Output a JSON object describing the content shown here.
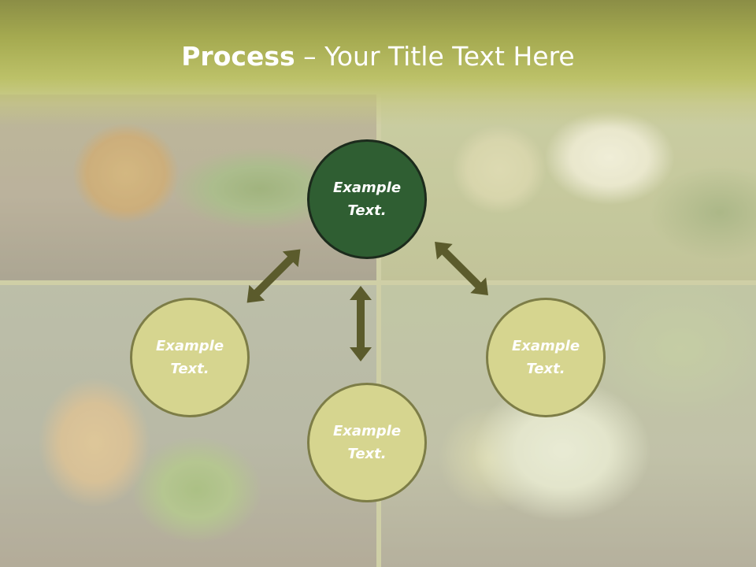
{
  "slide": {
    "title_bold": "Process",
    "title_rest": " – Your Title Text Here"
  },
  "circles": {
    "top": "Example\nText.",
    "left": "Example\nText.",
    "bottom": "Example\nText.",
    "right": "Example\nText."
  },
  "colors": {
    "title_band": "#a5aa50",
    "circle_fill": "#d6d58f",
    "circle_border": "#7d7d47",
    "center_circle_fill": "#2f5e32",
    "arrow": "#5b5b2c",
    "divider": "#f2f1e4"
  }
}
